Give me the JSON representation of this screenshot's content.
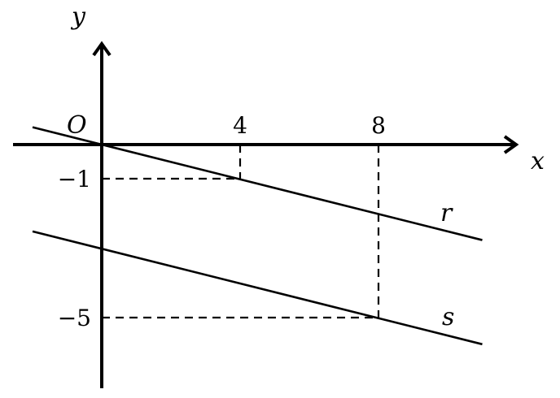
{
  "axes": {
    "x_label": "x",
    "y_label": "y",
    "origin_label": "O"
  },
  "ticks": {
    "x_4": "4",
    "x_8": "8",
    "y_minus1": "−1",
    "y_minus5": "−5"
  },
  "lines": {
    "r": {
      "label": "r",
      "slope": -0.25,
      "intercept": 0
    },
    "s": {
      "label": "s",
      "slope": -0.25,
      "intercept": -3
    }
  },
  "reference_points": [
    {
      "x": 4,
      "y": -1,
      "on": "r"
    },
    {
      "x": 8,
      "y": -5,
      "on": "s"
    }
  ]
}
